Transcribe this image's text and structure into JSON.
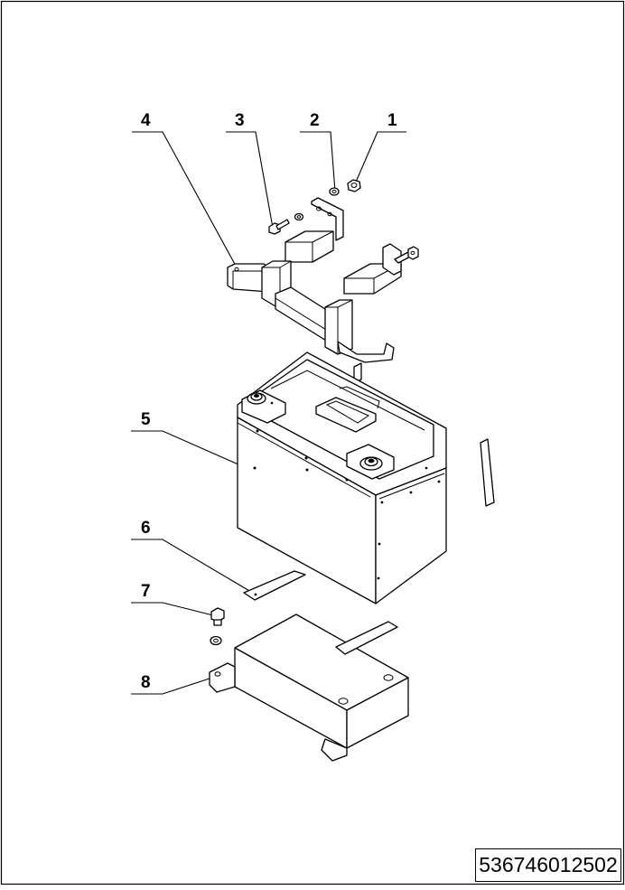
{
  "drawing": {
    "callouts": [
      {
        "id": "callout-1",
        "label": "1"
      },
      {
        "id": "callout-2",
        "label": "2"
      },
      {
        "id": "callout-3",
        "label": "3"
      },
      {
        "id": "callout-4",
        "label": "4"
      },
      {
        "id": "callout-5",
        "label": "5"
      },
      {
        "id": "callout-6",
        "label": "6"
      },
      {
        "id": "callout-7",
        "label": "7"
      },
      {
        "id": "callout-8",
        "label": "8"
      }
    ],
    "part_number": "536746012502"
  }
}
